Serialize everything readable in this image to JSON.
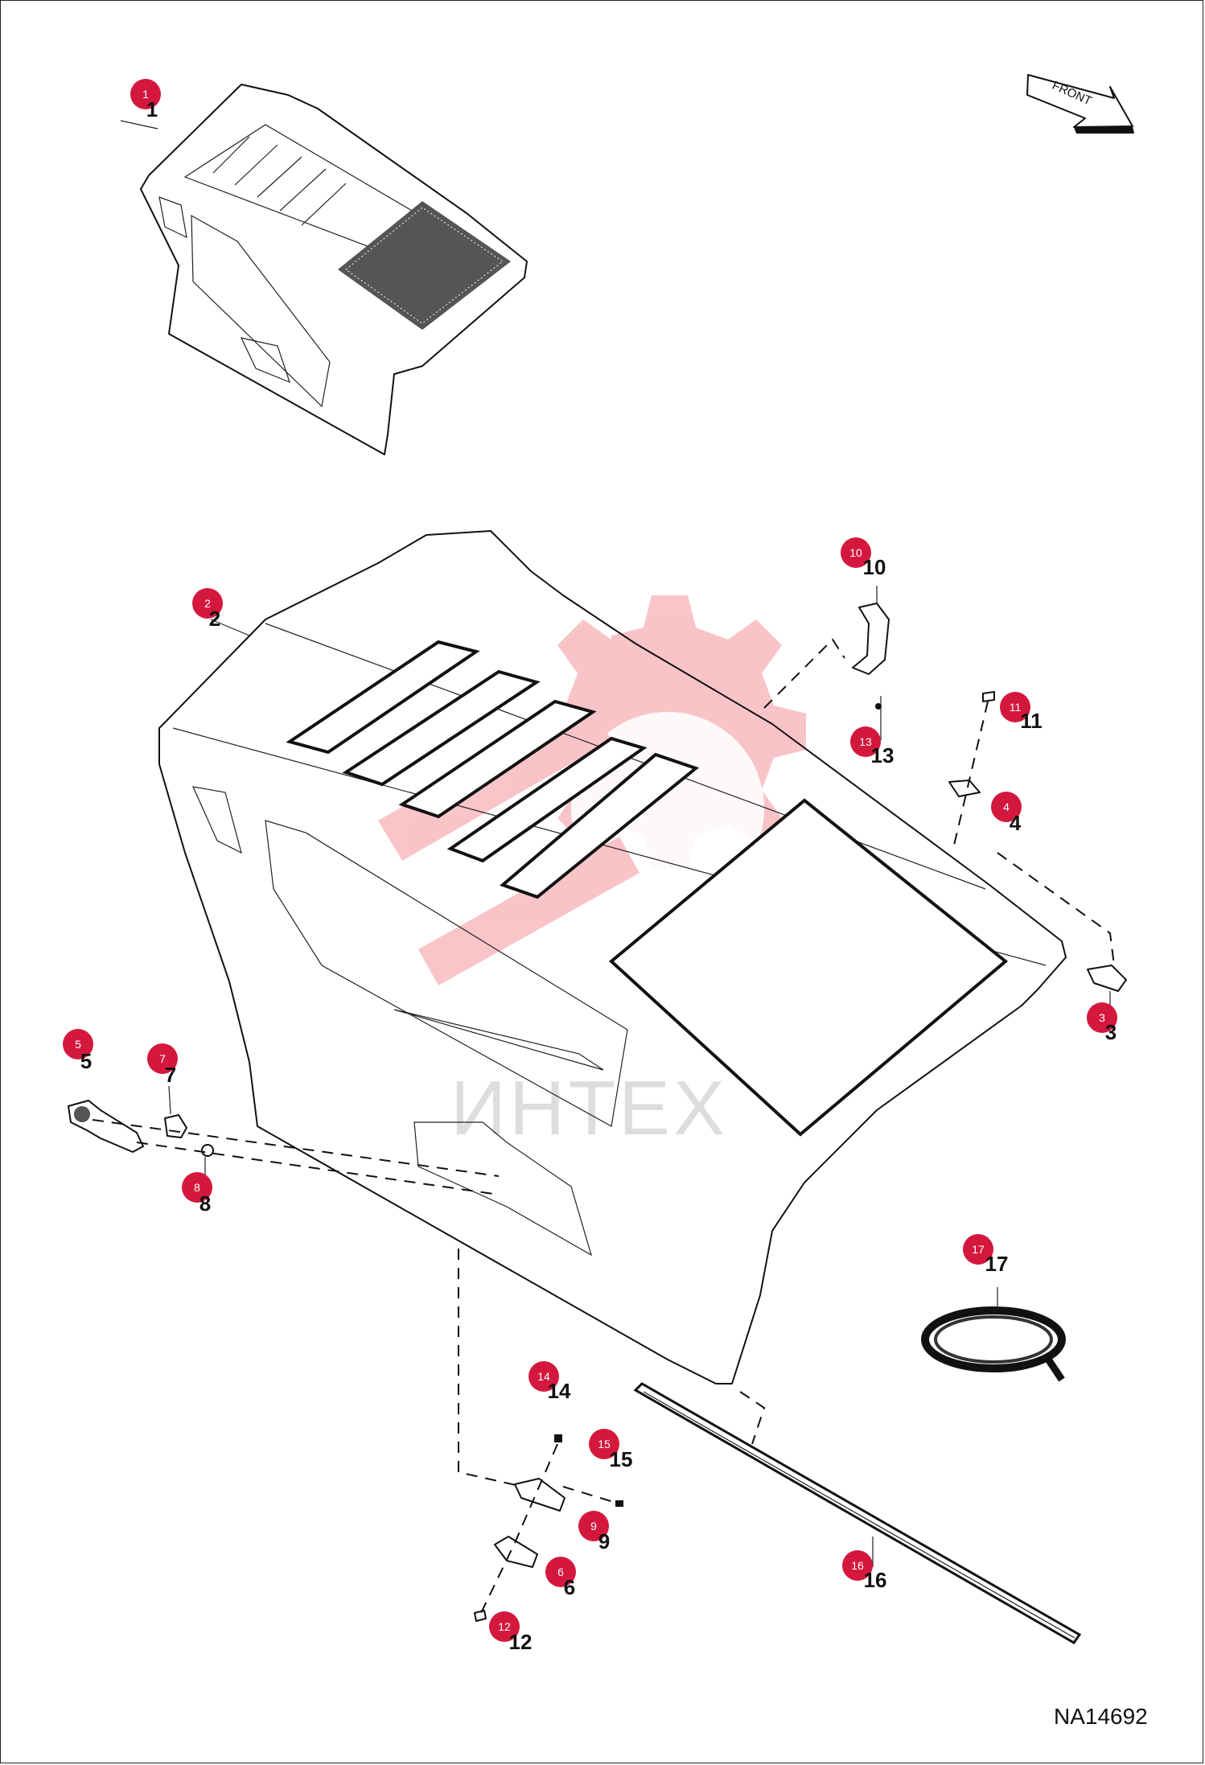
{
  "direction_arrow": {
    "label": "FRONT",
    "icon": "front-arrow-icon"
  },
  "drawing_code": "NA14692",
  "watermark": {
    "text": "ИНТЕХ",
    "icon": "gear-logo-icon",
    "color": "#e8303a"
  },
  "badge_color": "#d4183d",
  "callouts": [
    {
      "id": "1",
      "label": "1"
    },
    {
      "id": "2",
      "label": "2"
    },
    {
      "id": "3",
      "label": "3"
    },
    {
      "id": "4",
      "label": "4"
    },
    {
      "id": "5",
      "label": "5"
    },
    {
      "id": "6",
      "label": "6"
    },
    {
      "id": "7",
      "label": "7"
    },
    {
      "id": "8",
      "label": "8"
    },
    {
      "id": "9",
      "label": "9"
    },
    {
      "id": "10",
      "label": "10"
    },
    {
      "id": "11",
      "label": "11"
    },
    {
      "id": "12",
      "label": "12"
    },
    {
      "id": "13",
      "label": "13"
    },
    {
      "id": "14",
      "label": "14"
    },
    {
      "id": "15",
      "label": "15"
    },
    {
      "id": "16",
      "label": "16"
    },
    {
      "id": "17",
      "label": "17"
    }
  ]
}
